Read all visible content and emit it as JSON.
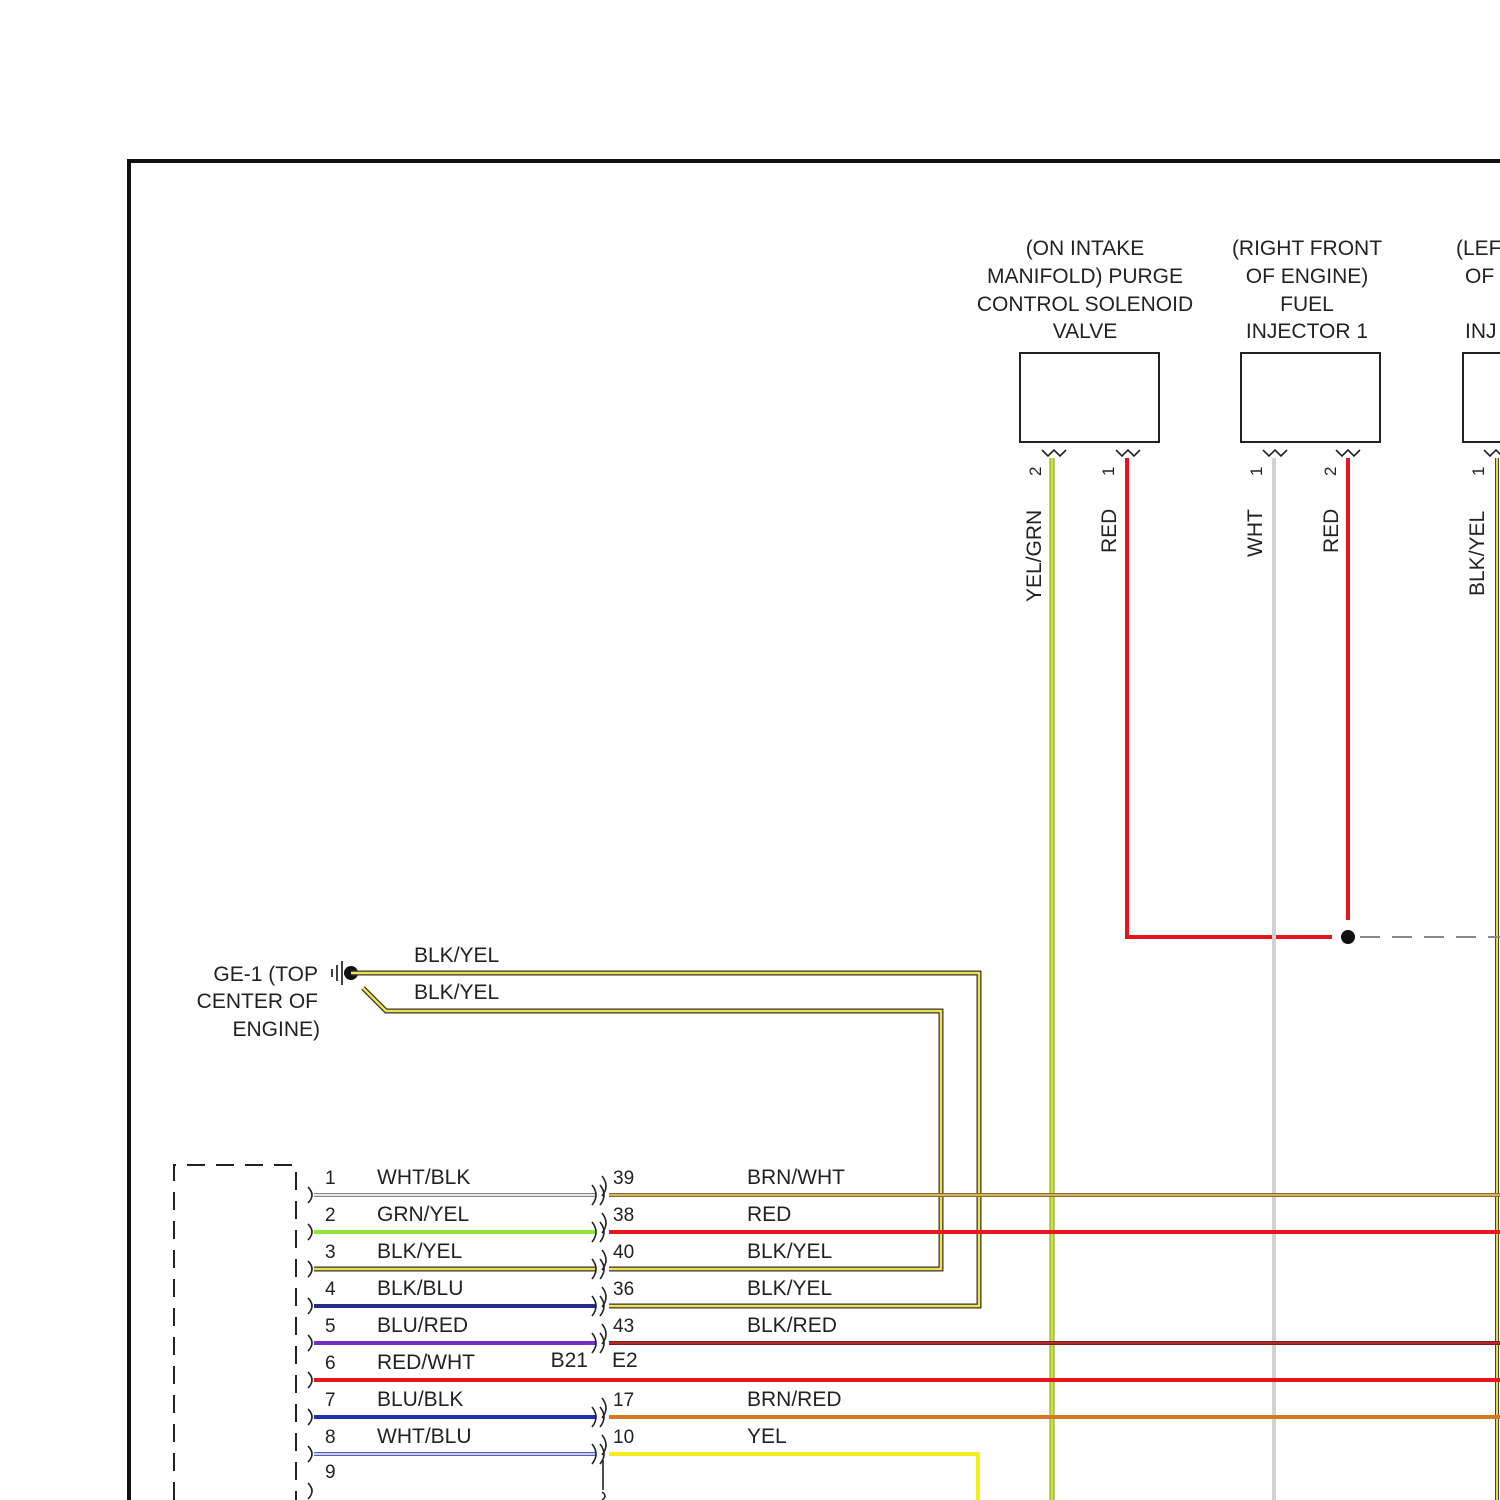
{
  "components": [
    {
      "lines": [
        "(ON INTAKE",
        "MANIFOLD) PURGE",
        "CONTROL SOLENOID",
        "VALVE"
      ],
      "pins": [
        {
          "num": "2",
          "wire": "YEL/GRN"
        },
        {
          "num": "1",
          "wire": "RED"
        }
      ]
    },
    {
      "lines": [
        "(RIGHT FRONT",
        "OF ENGINE)",
        "FUEL",
        "INJECTOR 1"
      ],
      "pins": [
        {
          "num": "1",
          "wire": "WHT"
        },
        {
          "num": "2",
          "wire": "RED"
        }
      ]
    },
    {
      "lines": [
        "(LEF",
        "OF",
        "",
        "INJ"
      ],
      "pins": [
        {
          "num": "1",
          "wire": "BLK/YEL"
        }
      ]
    }
  ],
  "ground": {
    "lines": [
      "GE-1 (TOP",
      "CENTER OF",
      "ENGINE)"
    ],
    "wires": [
      "BLK/YEL",
      "BLK/YEL"
    ]
  },
  "connector_left": {
    "rows": [
      {
        "pin": "1",
        "wire": "WHT/BLK"
      },
      {
        "pin": "2",
        "wire": "GRN/YEL"
      },
      {
        "pin": "3",
        "wire": "BLK/YEL"
      },
      {
        "pin": "4",
        "wire": "BLK/BLU"
      },
      {
        "pin": "5",
        "wire": "BLU/RED"
      },
      {
        "pin": "6",
        "wire": "RED/WHT"
      },
      {
        "pin": "7",
        "wire": "BLU/BLK"
      },
      {
        "pin": "8",
        "wire": "WHT/BLU"
      },
      {
        "pin": "9",
        "wire": ""
      }
    ]
  },
  "connector_right": {
    "rows": [
      {
        "pin": "39",
        "wire": "BRN/WHT"
      },
      {
        "pin": "38",
        "wire": "RED"
      },
      {
        "pin": "40",
        "wire": "BLK/YEL"
      },
      {
        "pin": "36",
        "wire": "BLK/YEL"
      },
      {
        "pin": "43",
        "wire": "BLK/RED"
      },
      {
        "pin": "",
        "wire": ""
      },
      {
        "pin": "17",
        "wire": "BRN/RED"
      },
      {
        "pin": "10",
        "wire": "YEL"
      }
    ]
  },
  "connector_ids": {
    "left": "B21",
    "right": "E2"
  },
  "colors": {
    "outline": "#111111",
    "red": "#e8141b",
    "yellow": "#f5ee1e",
    "yel_grn": "#c8e63c",
    "grn_yel": "#8ee63c",
    "wht": "#d2d2d2",
    "blk_yel": "#e6d84a",
    "blk_blu": "#2a2a8c",
    "blu_red": "#7030c8",
    "blu_blk": "#2030b0",
    "wht_blu": "#9aa0e0",
    "brn_wht": "#c8a050",
    "brn_red": "#d2781e",
    "blk_red": "#7a1a1a"
  }
}
